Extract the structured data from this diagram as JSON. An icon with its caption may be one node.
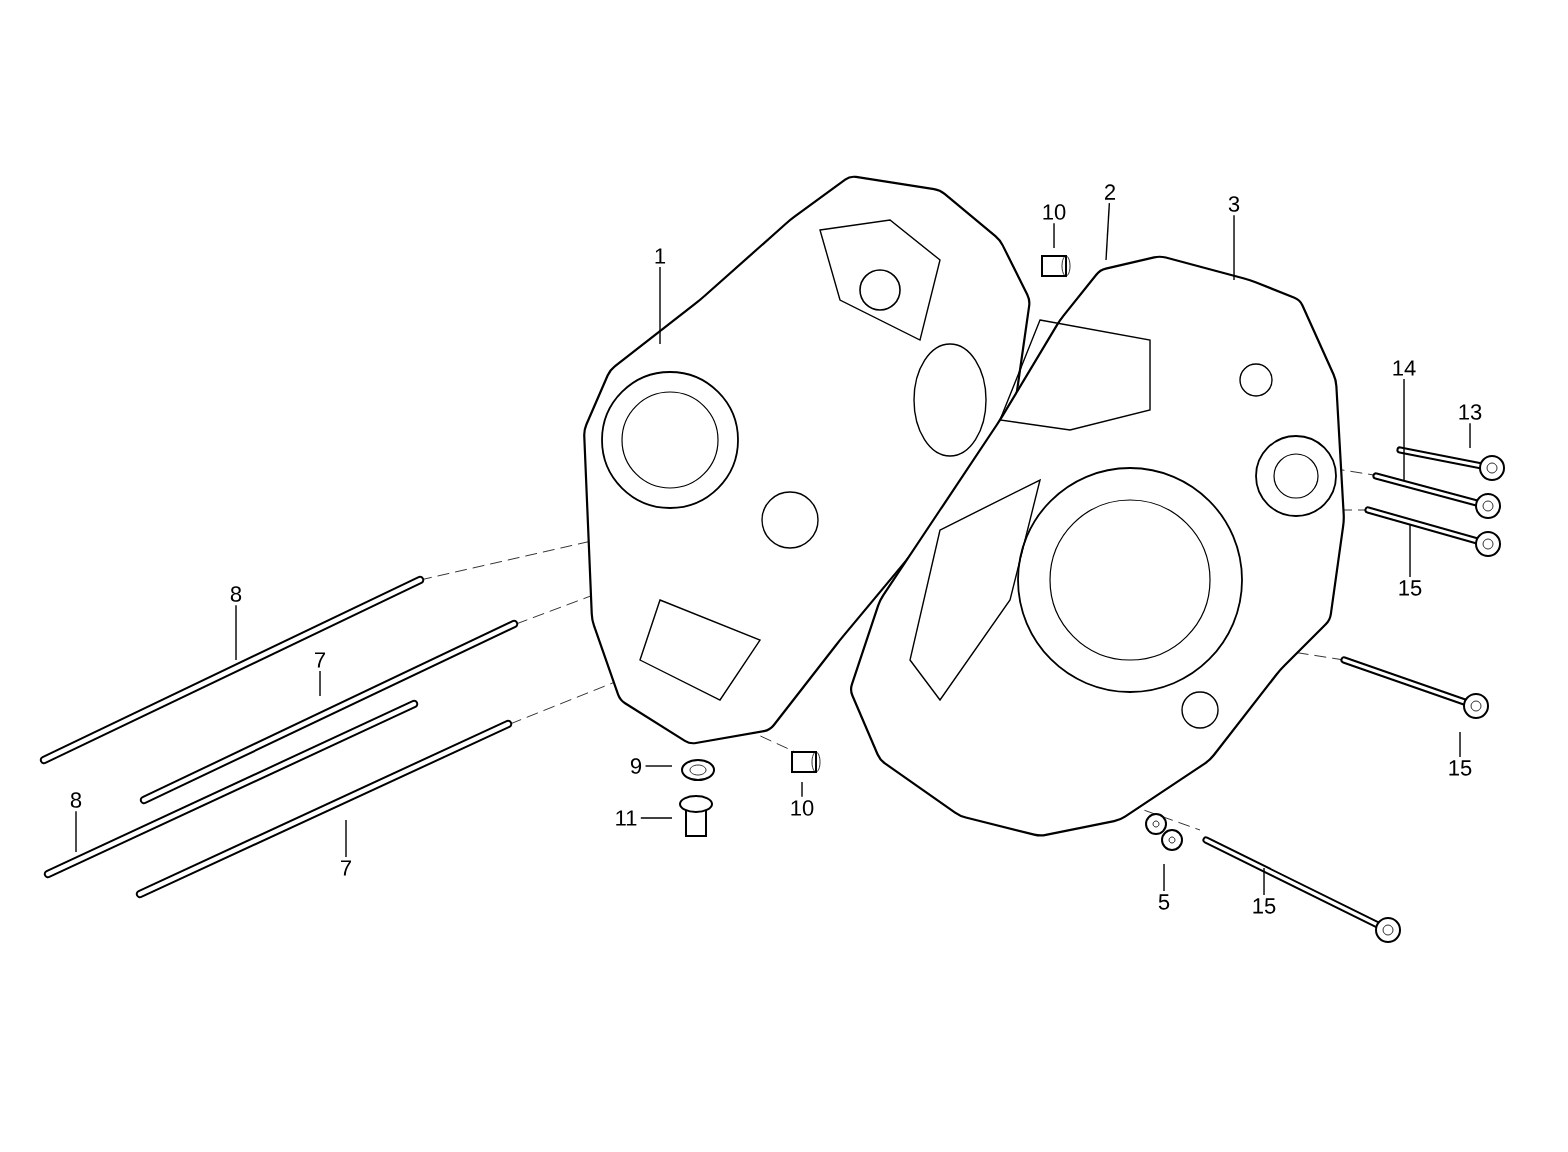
{
  "diagram": {
    "nodes": [
      {
        "text": [
          "1"
        ]
      },
      {
        "text": [
          "2"
        ]
      },
      {
        "text": [
          "3"
        ]
      },
      {
        "text": [
          "10"
        ]
      },
      {
        "text": [
          "14"
        ]
      },
      {
        "text": [
          "13"
        ]
      },
      {
        "text": [
          "15"
        ]
      },
      {
        "text": [
          "8"
        ]
      },
      {
        "text": [
          "7"
        ]
      },
      {
        "text": [
          "8"
        ]
      },
      {
        "text": [
          "7"
        ]
      },
      {
        "text": [
          "9"
        ]
      },
      {
        "text": [
          "11"
        ]
      },
      {
        "text": [
          "10"
        ]
      },
      {
        "text": [
          "15"
        ]
      },
      {
        "text": [
          "5"
        ]
      },
      {
        "text": [
          "15"
        ]
      }
    ],
    "edges": [
      {
        "from": 0,
        "to": null,
        "arrow": "none"
      },
      {
        "from": 1,
        "to": null,
        "arrow": "none"
      },
      {
        "from": 2,
        "to": null,
        "arrow": "none"
      },
      {
        "from": 3,
        "to": null,
        "arrow": "none"
      },
      {
        "from": 4,
        "to": null,
        "arrow": "none"
      },
      {
        "from": 5,
        "to": null,
        "arrow": "none"
      },
      {
        "from": 6,
        "to": null,
        "arrow": "none"
      },
      {
        "from": 7,
        "to": null,
        "arrow": "none"
      },
      {
        "from": 8,
        "to": null,
        "arrow": "none"
      },
      {
        "from": 9,
        "to": null,
        "arrow": "none"
      },
      {
        "from": 10,
        "to": null,
        "arrow": "none"
      },
      {
        "from": 11,
        "to": null,
        "arrow": "none"
      },
      {
        "from": 12,
        "to": null,
        "arrow": "none"
      },
      {
        "from": 13,
        "to": null,
        "arrow": "none"
      },
      {
        "from": 14,
        "to": null,
        "arrow": "none"
      },
      {
        "from": 15,
        "to": null,
        "arrow": "none"
      },
      {
        "from": 16,
        "to": null,
        "arrow": "none"
      }
    ]
  }
}
